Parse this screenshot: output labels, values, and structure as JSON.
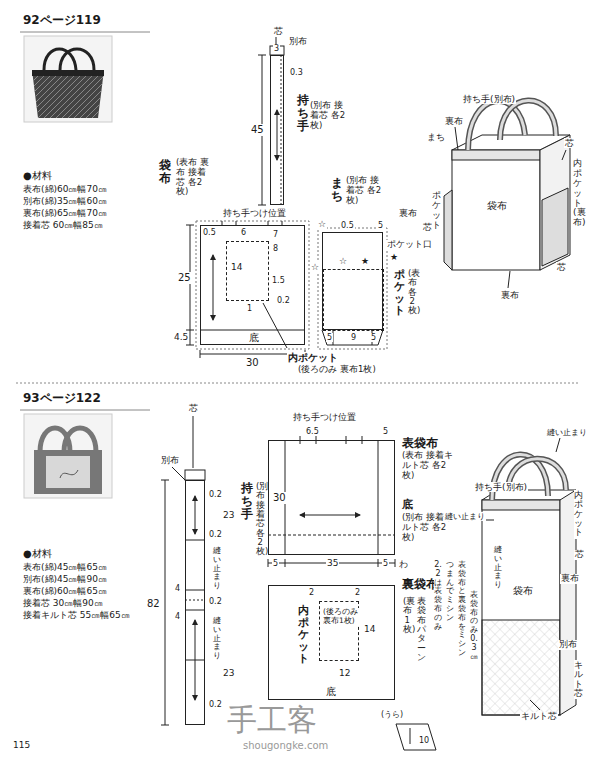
{
  "diagram": {
    "nodes": [
      {
        "text": [
          "持ち手",
          "(別布 接着芯 各2枚)"
        ]
      },
      {
        "text": [
          "袋布",
          "(表布 裏布 接着芯 各2枚)",
          "底"
        ]
      },
      {
        "text": [
          "内ポケット",
          "(後ろのみ 裏布1枚)"
        ],
        "in": 1
      },
      {
        "text": [
          "まち",
          "(別布 接着芯 各2枚)"
        ]
      },
      {
        "text": [
          "ポケット",
          "(表布 各2枚)"
        ],
        "in": 3
      },
      {
        "text": [
          "持ち手",
          "(別布 接着芯 各2枚)"
        ]
      },
      {
        "text": [
          "表袋布",
          "(表布 接着キルト芯 各2枚)",
          "底",
          "(別布 接着キルト芯 各2枚)"
        ]
      },
      {
        "text": [
          "裏袋布",
          "(裏布1枚)",
          "表袋布パターン",
          "底"
        ]
      },
      {
        "text": [
          "内ポケット",
          "(後ろのみ 裏布1枚)"
        ],
        "in": 7
      }
    ],
    "labels": [
      "92ページ119",
      "●材料",
      "表布(綿)60㎝幅70㎝",
      "別布(綿)35㎝幅60㎝",
      "裏布(綿)65㎝幅70㎝",
      "接着芯 60㎝幅85㎝",
      "芯",
      "別布",
      "3",
      "0.3",
      "45",
      "持ち手つけ位置",
      "0.5",
      "6",
      "7",
      "8",
      "1",
      "14",
      "1.5",
      "0.2",
      "25",
      "4.5",
      "30",
      "☆",
      "0.5",
      "5",
      "ポケット口",
      "★",
      "☆",
      "☆",
      "★",
      "5",
      "9",
      "5",
      "裏布",
      "芯",
      "持ち手(別布)",
      "裏布",
      "まち",
      "芯",
      "内ポケット(裏布)",
      "ポケット",
      "袋布",
      "芯",
      "裏布",
      "93ページ122",
      "●材料",
      "表布(綿)45㎝幅65㎝",
      "別布(綿)45㎝幅90㎝",
      "裏布(綿)60㎝幅65㎝",
      "接着芯 30㎝幅90㎝",
      "接着キルト芯 55㎝幅65㎝",
      "芯",
      "別布",
      "0.2",
      "23",
      "0.2",
      "縫い止まり",
      "82",
      "4",
      "4",
      "0.2",
      "縫い止まり",
      "23",
      "0.2",
      "持ち手つけ位置",
      "6.5",
      "5",
      "30",
      "5",
      "35",
      "5",
      "わ",
      "2",
      "2",
      "14",
      "12",
      "(うら)",
      "10",
      "2.2は表袋布のみ",
      "つまんでミシン",
      "表袋布と裏袋布をミシン",
      "表袋布のみ0.3㎝",
      "縫い止まり",
      "持ち手(別布)",
      "縫い止まり",
      "内ポケット",
      "芯",
      "裏布",
      "縫い止まり",
      "袋布",
      "別布",
      "キルト芯",
      "キルト芯",
      "115",
      "手工客",
      "shougongke.com"
    ]
  }
}
